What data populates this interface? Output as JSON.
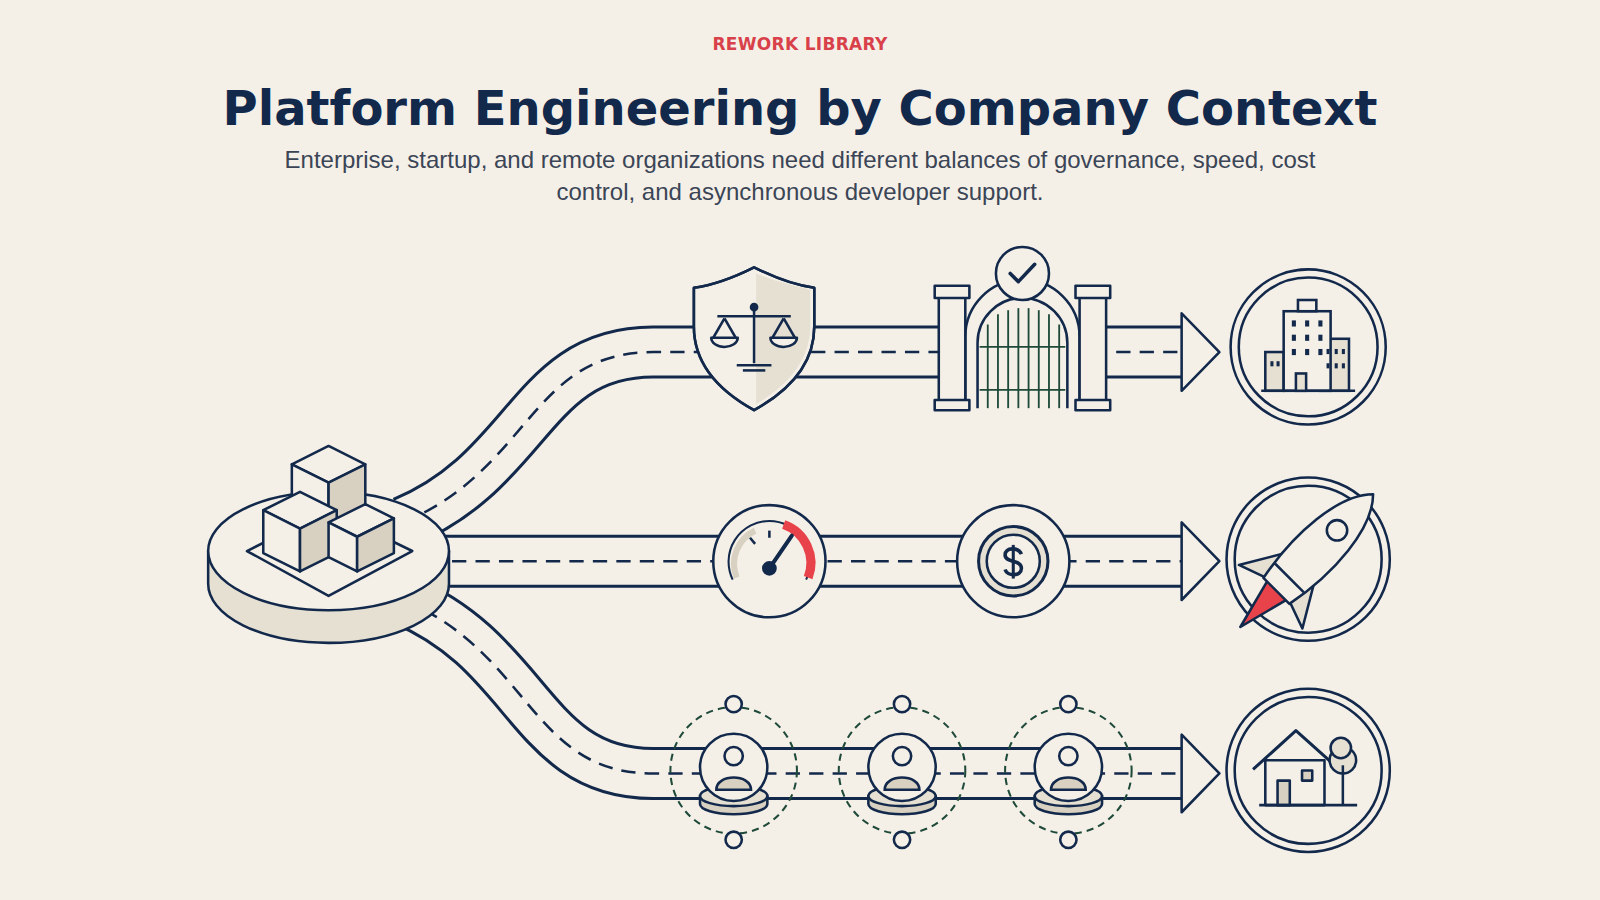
{
  "diagram": {
    "title": "Platform Engineering by Company Context",
    "caption": "Enterprise, startup, and remote organizations need different balances of governance, speed, cost control, and asynchronous developer support.",
    "labels": [
      "REWORK LIBRARY"
    ]
  }
}
